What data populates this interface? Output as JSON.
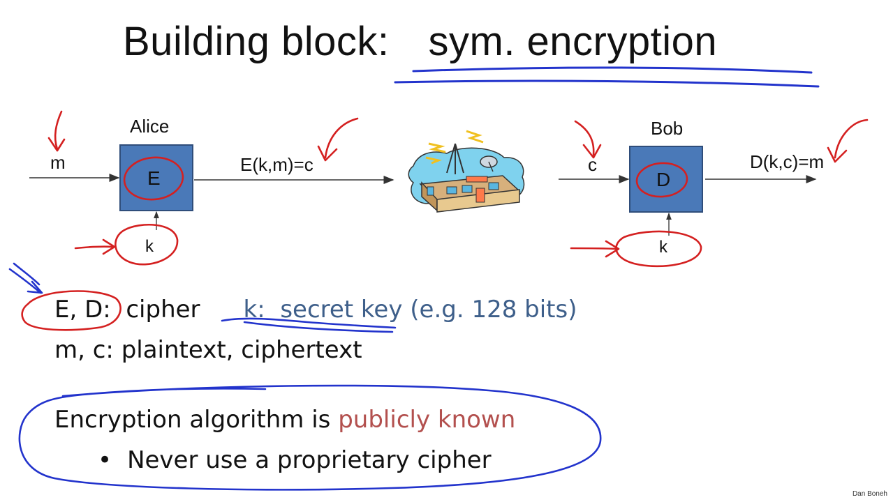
{
  "title": {
    "part1": "Building block:",
    "part2": "sym. encryption"
  },
  "diagram": {
    "alice_label": "Alice",
    "bob_label": "Bob",
    "enc_box_letter": "E",
    "dec_box_letter": "D",
    "input_m": "m",
    "alice_key": "k",
    "channel_label": "E(k,m)=c",
    "input_c": "c",
    "bob_key": "k",
    "output_label": "D(k,c)=m"
  },
  "definitions": {
    "line1_term": "E, D:",
    "line1_def": "cipher",
    "line1_key_term": "k:",
    "line1_key_def": "secret key",
    "line1_key_note": "(e.g. 128 bits)",
    "line2": "m, c:  plaintext,  ciphertext"
  },
  "notes": {
    "statement_prefix": "Encryption algorithm is",
    "statement_highlight": "publicly known",
    "bullet_symbol": "•",
    "bullet": "Never use a proprietary cipher"
  },
  "footer": {
    "credit": "Dan Boneh"
  },
  "colors": {
    "box_fill": "#4a79b8",
    "ink_red": "#d42020",
    "ink_blue": "#2233cc",
    "text_blue": "#3e5f8a",
    "text_red": "#b3504e"
  },
  "icons": {
    "network_center": "radio-station-building-icon"
  }
}
